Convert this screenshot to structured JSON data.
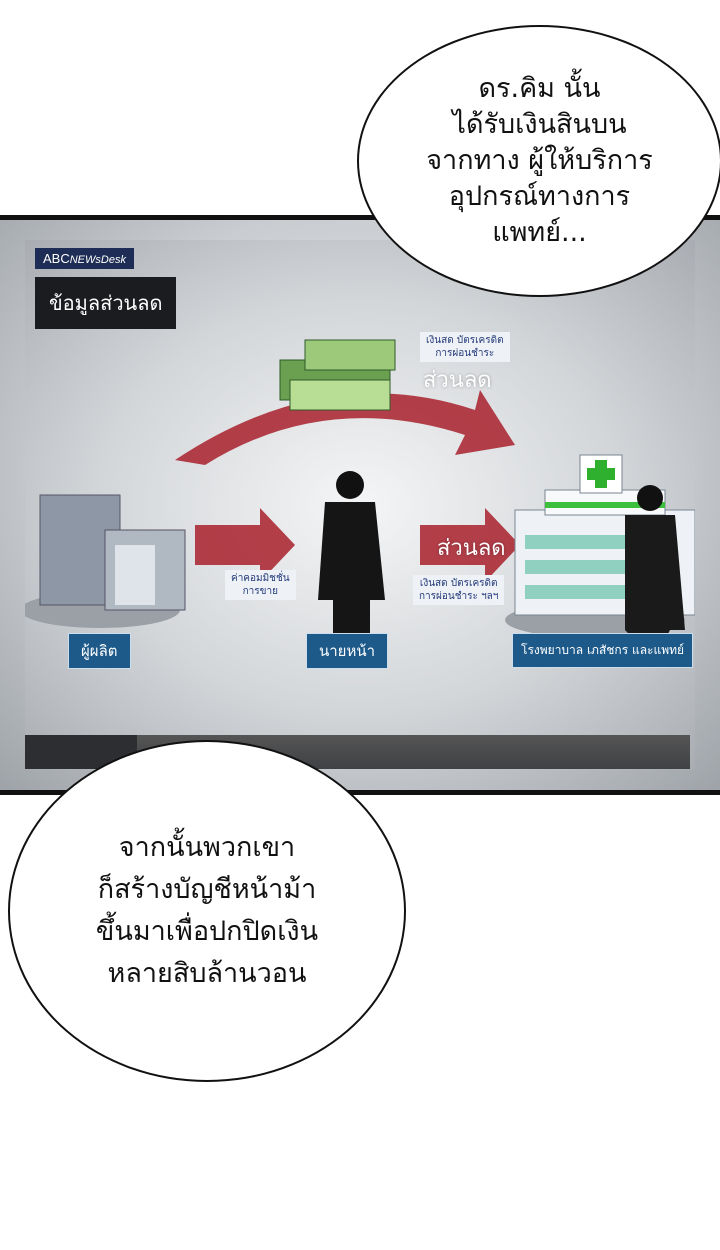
{
  "news": {
    "brand": "ABC",
    "brand_sub": "NEWsDesk",
    "header": "ข้อมูลส่วนลด"
  },
  "labels": {
    "top_benefit": [
      "เงินสด บัตรเครดิต",
      "การผ่อนชำระ"
    ],
    "top_discount": "ส่วนลด",
    "commission": [
      "ค่าคอมมิชชั่น",
      "การขาย"
    ],
    "mid_discount": "ส่วนลด",
    "mid_benefit": [
      "เงินสด บัตรเครดิต",
      "การผ่อนชำระ ฯลฯ"
    ]
  },
  "captions": {
    "manufacturer": "ผู้ผลิต",
    "broker": "นายหน้า",
    "hospital": "โรงพยาบาล เภสัชกร และแพทย์"
  },
  "bubbles": {
    "top": [
      "ดร.คิม นั้น",
      "ได้รับเงินสินบน",
      "จากทาง ผู้ให้บริการ",
      "อุปกรณ์ทางการ",
      "แพทย์..."
    ],
    "bottom": [
      "จากนั้นพวกเขา",
      "ก็สร้างบัญชีหน้าม้า",
      "ขึ้นมาเพื่อปกปิดเงิน",
      "หลายสิบล้านวอน"
    ]
  },
  "colors": {
    "arrow": "#a8202c",
    "caption": "#1d5a8a",
    "header": "#1a1c20"
  }
}
